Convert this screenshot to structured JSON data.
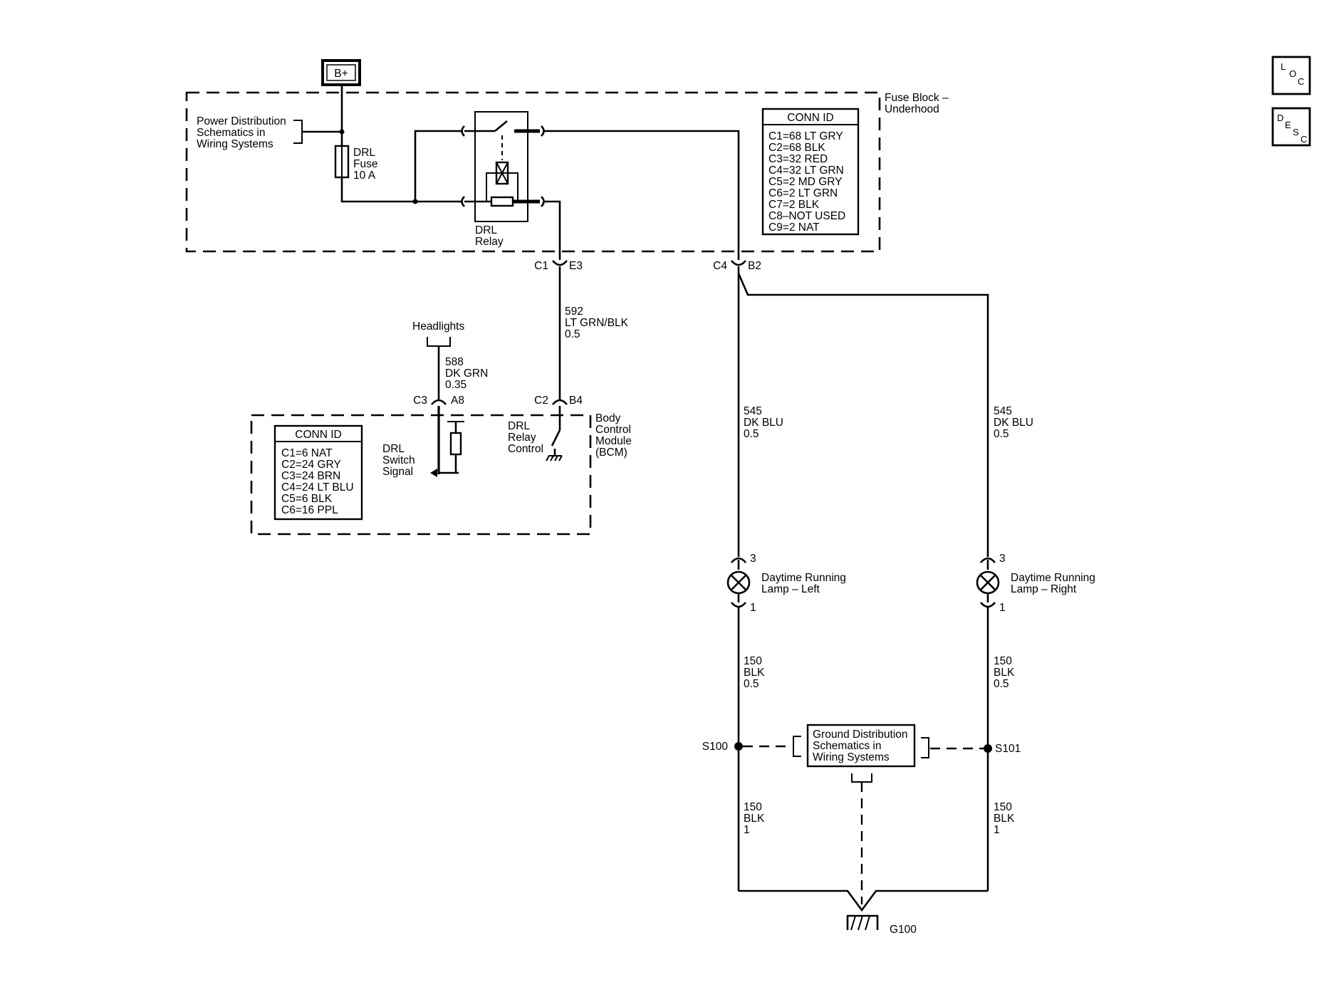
{
  "battery": {
    "label": "B+"
  },
  "power_distribution": {
    "lines": [
      "Power Distribution",
      "Schematics in",
      "Wiring Systems"
    ]
  },
  "fuse": {
    "lines": [
      "DRL",
      "Fuse",
      "10 A"
    ]
  },
  "relay": {
    "lines": [
      "DRL",
      "Relay"
    ]
  },
  "fuse_block": {
    "lines": [
      "Fuse Block –",
      "Underhood"
    ]
  },
  "fuse_block_conn": {
    "title": "CONN ID",
    "items": [
      "C1=68 LT GRY",
      "C2=68 BLK",
      "C3=32 RED",
      "C4=32 LT GRN",
      "C5=2 MD GRY",
      "C6=2 LT GRN",
      "C7=2 BLK",
      "C8–NOT USED",
      "C9=2 NAT"
    ]
  },
  "connectors": {
    "c1_e3": {
      "left": "C1",
      "right": "E3"
    },
    "c4_b2": {
      "left": "C4",
      "right": "B2"
    },
    "c3_a8": {
      "left": "C3",
      "right": "A8"
    },
    "c2_b4": {
      "left": "C2",
      "right": "B4"
    }
  },
  "wires": {
    "w592": [
      "592",
      "LT GRN/BLK",
      "0.5"
    ],
    "w588": [
      "588",
      "DK GRN",
      "0.35"
    ],
    "w545_left": [
      "545",
      "DK BLU",
      "0.5"
    ],
    "w545_right": [
      "545",
      "DK BLU",
      "0.5"
    ],
    "w150_left_top": [
      "150",
      "BLK",
      "0.5"
    ],
    "w150_right_top": [
      "150",
      "BLK",
      "0.5"
    ],
    "w150_left_bottom": [
      "150",
      "BLK",
      "1"
    ],
    "w150_right_bottom": [
      "150",
      "BLK",
      "1"
    ]
  },
  "headlights": {
    "label": "Headlights"
  },
  "bcm": {
    "lines": [
      "Body",
      "Control",
      "Module",
      "(BCM)"
    ]
  },
  "bcm_conn": {
    "title": "CONN ID",
    "items": [
      "C1=6 NAT",
      "C2=24 GRY",
      "C3=24 BRN",
      "C4=24 LT BLU",
      "C5=6 BLK",
      "C6=16 PPL"
    ]
  },
  "drl_switch_signal": {
    "lines": [
      "DRL",
      "Switch",
      "Signal"
    ]
  },
  "drl_relay_control": {
    "lines": [
      "DRL",
      "Relay",
      "Control"
    ]
  },
  "lamp_left": {
    "lines": [
      "Daytime Running",
      "Lamp – Left"
    ],
    "pin_top": "3",
    "pin_bottom": "1"
  },
  "lamp_right": {
    "lines": [
      "Daytime Running",
      "Lamp – Right"
    ],
    "pin_top": "3",
    "pin_bottom": "1"
  },
  "splices": {
    "left": "S100",
    "right": "S101"
  },
  "ground_distribution": {
    "lines": [
      "Ground Distribution",
      "Schematics in",
      "Wiring Systems"
    ]
  },
  "ground": {
    "label": "G100"
  },
  "nav": {
    "loc": [
      "L",
      "O",
      "C"
    ],
    "desc": [
      "D",
      "E",
      "S",
      "C"
    ]
  }
}
